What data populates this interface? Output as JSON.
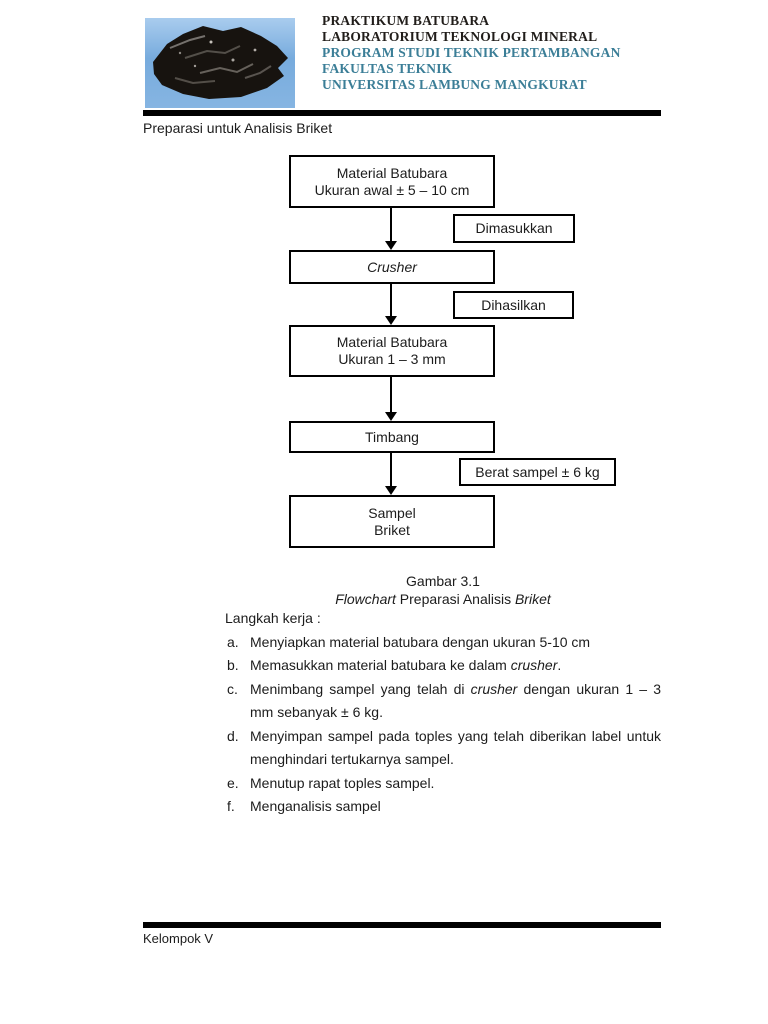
{
  "colors": {
    "header_dark": "#211d1a",
    "header_teal": "#3b7e97",
    "photo_blue": "#77abdd",
    "line_black": "#000000"
  },
  "header": {
    "photo_icon": "coal-rock-photo",
    "lines": [
      {
        "text": "PRAKTIKUM BATUBARA",
        "color": "#211d1a"
      },
      {
        "text": "LABORATORIUM TEKNOLOGI MINERAL",
        "color": "#211d1a"
      },
      {
        "text": "PROGRAM STUDI TEKNIK PERTAMBANGAN",
        "color": "#3b7e97"
      },
      {
        "text": "FAKULTAS TEKNIK",
        "color": "#3b7e97"
      },
      {
        "text": "UNIVERSITAS LAMBUNG MANGKURAT",
        "color": "#3b7e97"
      }
    ]
  },
  "section_title": "Preparasi untuk Analisis Briket",
  "flowchart": {
    "node_material_awal": {
      "line1": "Material Batubara",
      "line2": "Ukuran awal ± 5 – 10 cm"
    },
    "side_dimasukkan": "Dimasukkan",
    "node_crusher": "Crusher",
    "side_dihasilkan": "Dihasilkan",
    "node_material_halus": {
      "line1": "Material Batubara",
      "line2": "Ukuran 1 – 3 mm"
    },
    "node_timbang": "Timbang",
    "side_berat": "Berat sampel ± 6 kg",
    "node_sampel": {
      "line1": "Sampel",
      "line2": "Briket"
    }
  },
  "caption": {
    "line1": "Gambar 3.1",
    "line2_parts": [
      {
        "t": "Flowchart",
        "i": true
      },
      {
        "t": "  Preparasi Analisis ",
        "i": false
      },
      {
        "t": "Briket",
        "i": true
      }
    ]
  },
  "steps": {
    "title": "Langkah kerja :",
    "items": [
      {
        "letter": "a.",
        "parts": [
          {
            "t": "Menyiapkan material batubara dengan ukuran 5-10 cm",
            "i": false
          }
        ]
      },
      {
        "letter": "b.",
        "parts": [
          {
            "t": "Memasukkan material batubara ke dalam ",
            "i": false
          },
          {
            "t": "crusher",
            "i": true
          },
          {
            "t": ".",
            "i": false
          }
        ]
      },
      {
        "letter": "c.",
        "parts": [
          {
            "t": "Menimbang sampel yang telah di ",
            "i": false
          },
          {
            "t": "crusher",
            "i": true
          },
          {
            "t": " dengan ukuran 1 – 3 mm sebanyak ± 6 kg.",
            "i": false
          }
        ]
      },
      {
        "letter": "d.",
        "parts": [
          {
            "t": "Menyimpan sampel pada toples yang telah diberikan label untuk menghindari tertukarnya sampel.",
            "i": false
          }
        ]
      },
      {
        "letter": "e.",
        "parts": [
          {
            "t": "Menutup rapat toples sampel.",
            "i": false
          }
        ]
      },
      {
        "letter": "f.",
        "parts": [
          {
            "t": "Menganalisis sampel",
            "i": false
          }
        ]
      }
    ]
  },
  "footer": {
    "text": "Kelompok V"
  }
}
